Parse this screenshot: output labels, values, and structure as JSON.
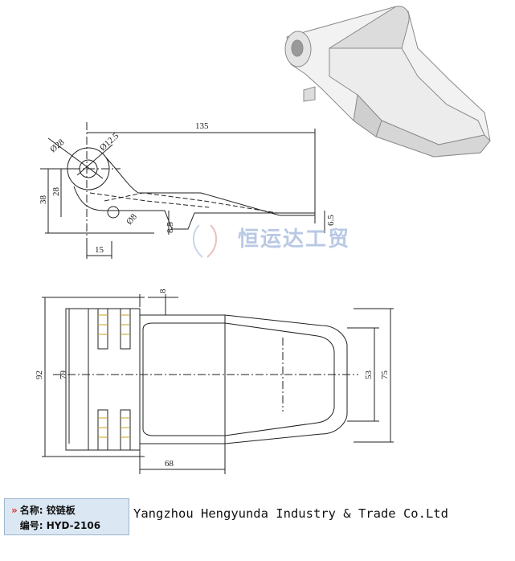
{
  "drawing": {
    "side_view_dimensions": {
      "overall_length": "135",
      "outer_diameter": "Ø28",
      "inner_diameter": "Ø12.5",
      "height": "38",
      "height_inner": "28",
      "hole_diameter": "Ø8",
      "offset_a": "8.5",
      "thickness": "6.5",
      "bottom_offset": "15"
    },
    "top_view_dimensions": {
      "knuckle_width": "8",
      "overall_width": "92",
      "inner_width": "79",
      "tip_width": "53",
      "tip_outer_width": "75",
      "knuckle_to_step": "68"
    }
  },
  "watermark": "恒运达工贸",
  "footer": {
    "name_label": "名称:",
    "name_value": "铰链板",
    "code_label": "编号:",
    "code_value": "HYD-2106",
    "company": "Yangzhou Hengyunda Industry & Trade Co.Ltd",
    "accent_color": "#d33333",
    "box_color": "#dbe8f4"
  }
}
